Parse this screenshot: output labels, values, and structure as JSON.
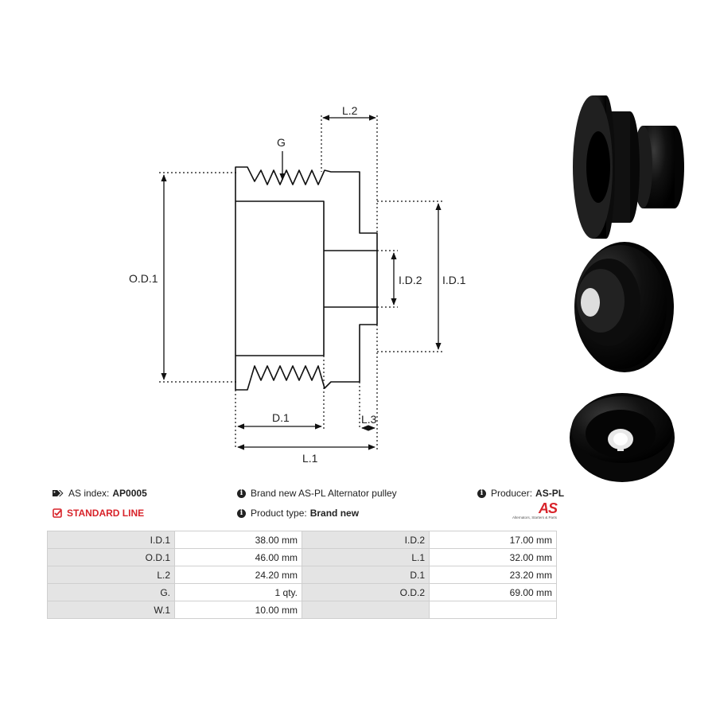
{
  "diagram": {
    "labels": {
      "g": "G",
      "l2": "L.2",
      "od1": "O.D.1",
      "id2": "I.D.2",
      "id1": "I.D.1",
      "d1": "D.1",
      "l3": "L.3",
      "l1": "L.1"
    }
  },
  "product_photos": {
    "count": 3,
    "color": "#0a0a0a"
  },
  "info": {
    "as_index_label": "AS index:",
    "as_index_value": "AP0005",
    "description": "Brand new AS-PL Alternator pulley",
    "producer_label": "Producer:",
    "producer_value": "AS-PL",
    "line_label": "STANDARD LINE",
    "product_type_label": "Product type:",
    "product_type_value": "Brand new"
  },
  "logo": {
    "text": "AS",
    "slogan": "Alternators, Starters & Parts",
    "color": "#d8232a"
  },
  "specs": {
    "rows": [
      {
        "l1": "I.D.1",
        "v1": "38.00 mm",
        "l2": "I.D.2",
        "v2": "17.00 mm"
      },
      {
        "l1": "O.D.1",
        "v1": "46.00 mm",
        "l2": "L.1",
        "v2": "32.00 mm"
      },
      {
        "l1": "L.2",
        "v1": "24.20 mm",
        "l2": "D.1",
        "v2": "23.20 mm"
      },
      {
        "l1": "G.",
        "v1": "1 qty.",
        "l2": "O.D.2",
        "v2": "69.00 mm"
      },
      {
        "l1": "W.1",
        "v1": "10.00 mm",
        "l2": "",
        "v2": ""
      }
    ]
  }
}
